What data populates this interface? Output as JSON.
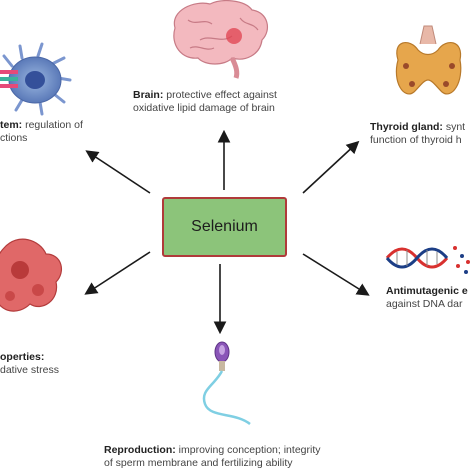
{
  "center": {
    "label": "Selenium"
  },
  "nodes": {
    "brain": {
      "title": "Brain:",
      "line1": "protective effect against",
      "line2": "oxidative lipid damage of brain"
    },
    "immune": {
      "title": "tem:",
      "line1": "regulation of",
      "line2": "ctions"
    },
    "thyroid": {
      "title": "Thyroid gland:",
      "line1": "synt",
      "line2": "function of thyroid h"
    },
    "antioxidant": {
      "title": "operties:",
      "line2": "dative stress"
    },
    "antimutagenic": {
      "title": "Antimutagenic e",
      "line2": "against DNA dar"
    },
    "reproduction": {
      "title": "Reproduction:",
      "line1": "improving conception; integrity",
      "line2": "of sperm membrane and fertilizing ability"
    }
  },
  "colors": {
    "center_fill": "#8cc47a",
    "center_border": "#b03a3a",
    "arrow": "#1a1a1a"
  }
}
